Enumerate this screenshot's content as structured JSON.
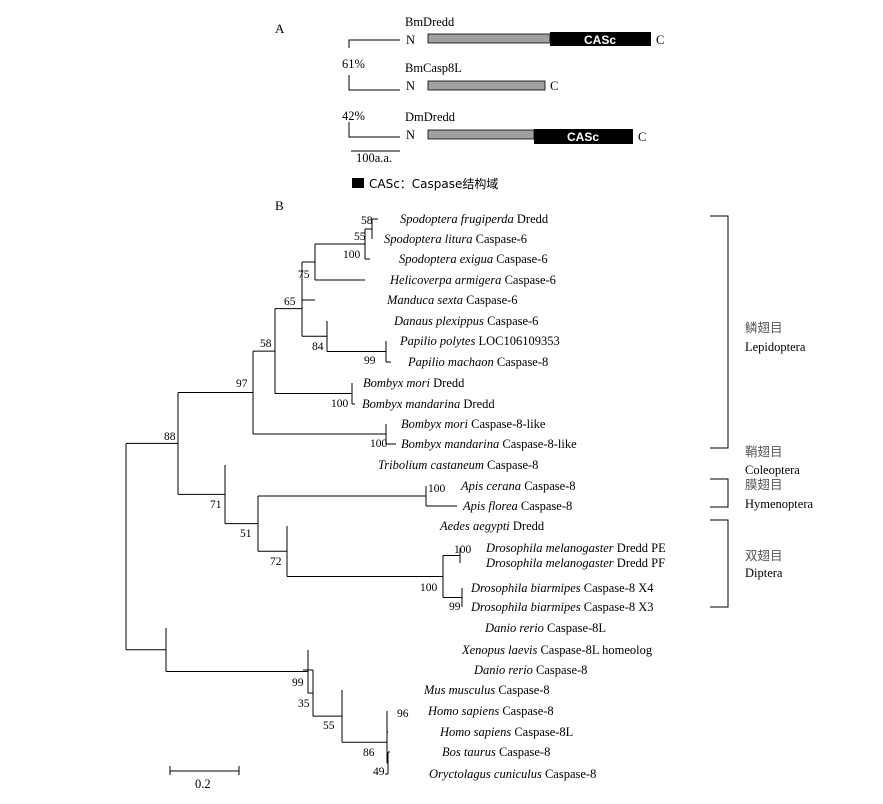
{
  "panel_a": {
    "label": "A",
    "proteins": [
      {
        "name": "BmDredd",
        "n": "N",
        "c": "C",
        "domain": "CASc"
      },
      {
        "name": "BmCasp8L",
        "n": "N",
        "c": "C"
      },
      {
        "name": "DmDredd",
        "n": "N",
        "c": "C",
        "domain": "CASc"
      }
    ],
    "identity": [
      "61%",
      "42%"
    ],
    "scale": "100a.a.",
    "legend": "CASc：Caspase结构域"
  },
  "panel_b": {
    "label": "B",
    "leaves": [
      {
        "genus": "Spodoptera frugiperda",
        "suffix": " Dredd"
      },
      {
        "genus": "Spodoptera litura",
        "suffix": " Caspase-6"
      },
      {
        "genus": "Spodoptera exigua",
        "suffix": " Caspase-6"
      },
      {
        "genus": "Helicoverpa armigera",
        "suffix": " Caspase-6"
      },
      {
        "genus": "Manduca sexta",
        "suffix": " Caspase-6"
      },
      {
        "genus": "Danaus plexippus",
        "suffix": " Caspase-6"
      },
      {
        "genus": "Papilio polytes",
        "suffix": " LOC106109353"
      },
      {
        "genus": "Papilio machaon",
        "suffix": " Caspase-8"
      },
      {
        "genus": "Bombyx mori",
        "suffix": " Dredd"
      },
      {
        "genus": "Bombyx mandarina",
        "suffix": " Dredd"
      },
      {
        "genus": "Bombyx mori",
        "suffix": " Caspase-8-like"
      },
      {
        "genus": "Bombyx mandarina",
        "suffix": " Caspase-8-like"
      },
      {
        "genus": "Tribolium castaneum",
        "suffix": " Caspase-8"
      },
      {
        "genus": "Apis cerana",
        "suffix": " Caspase-8"
      },
      {
        "genus": "Apis florea",
        "suffix": " Caspase-8"
      },
      {
        "genus": "Aedes aegypti",
        "suffix": " Dredd"
      },
      {
        "genus": "Drosophila melanogaster",
        "suffix": " Dredd PE"
      },
      {
        "genus": "Drosophila melanogaster",
        "suffix": " Dredd PF"
      },
      {
        "genus": "Drosophila biarmipes",
        "suffix": " Caspase-8 X4"
      },
      {
        "genus": "Drosophila biarmipes",
        "suffix": " Caspase-8 X3"
      },
      {
        "genus": "Danio rerio",
        "suffix": " Caspase-8L"
      },
      {
        "genus": "Xenopus laevis",
        "suffix": " Caspase-8L homeolog"
      },
      {
        "genus": "Danio rerio",
        "suffix": " Caspase-8"
      },
      {
        "genus": "Mus musculus",
        "suffix": " Caspase-8"
      },
      {
        "genus": "Homo sapiens",
        "suffix": " Caspase-8"
      },
      {
        "genus": "Homo sapiens",
        "suffix": " Caspase-8L"
      },
      {
        "genus": "Bos taurus",
        "suffix": " Caspase-8"
      },
      {
        "genus": "Oryctolagus cuniculus",
        "suffix": " Caspase-8"
      }
    ],
    "bootstrap": [
      "58",
      "55",
      "100",
      "75",
      "65",
      "84",
      "99",
      "58",
      "100",
      "97",
      "100",
      "88",
      "100",
      "71",
      "51",
      "72",
      "100",
      "100",
      "99",
      "99",
      "35",
      "96",
      "55",
      "86",
      "49"
    ],
    "groups": [
      {
        "cn": "鳞翅目",
        "en": "Lepidoptera"
      },
      {
        "cn": "鞘翅目",
        "en": "Coleoptera"
      },
      {
        "cn": "膜翅目",
        "en": "Hymenoptera"
      },
      {
        "cn": "双翅目",
        "en": "Diptera"
      }
    ],
    "scale": "0.2"
  }
}
